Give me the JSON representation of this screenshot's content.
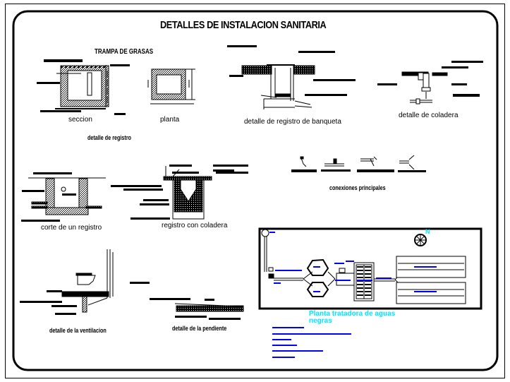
{
  "sheet": {
    "title": "DETALLES DE INSTALACION SANITARIA",
    "colors": {
      "ink": "#000000",
      "plan_text": "#0000ff",
      "plan_title": "#00e5ff",
      "background": "#ffffff"
    }
  },
  "details": {
    "trampa_grasas": {
      "title": "TRAMPA DE GRASAS",
      "seccion": "seccion",
      "planta": "planta",
      "caption": "detalle de registro"
    },
    "banqueta": {
      "caption": "detalle de registro de banqueta"
    },
    "coladera": {
      "caption": "detalle de coladera"
    },
    "conexiones": {
      "caption": "conexiones principales"
    },
    "corte_registro": {
      "caption": "corte de un registro"
    },
    "registro_coladera": {
      "caption": "registro con coladera"
    },
    "ventilacion": {
      "caption": "detalle de la ventilacion"
    },
    "pendiente": {
      "caption": "detalle de la pendiente"
    }
  },
  "plan": {
    "title_line1": "Planta tratadora de aguas",
    "title_line2": "negras",
    "north_label": "N",
    "notes_count": 6
  }
}
